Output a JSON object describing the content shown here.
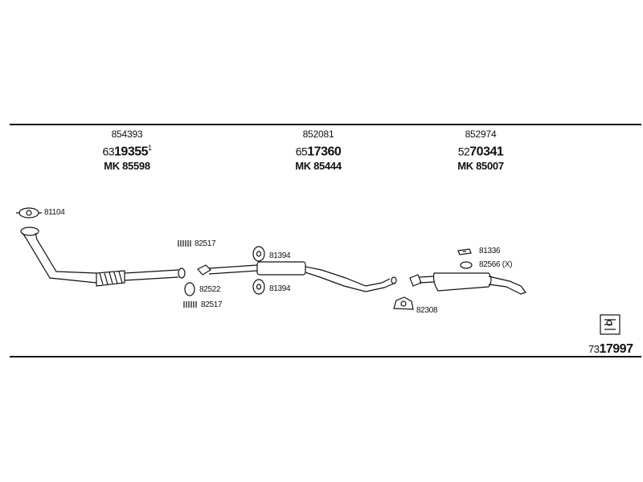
{
  "sections": [
    {
      "top": "854393",
      "main_prefix": "63",
      "main_rest": "19355",
      "main_suffix": "1",
      "mk": "MK 85598"
    },
    {
      "top": "852081",
      "main_prefix": "65",
      "main_rest": "17360",
      "main_suffix": "",
      "mk": "MK 85444"
    },
    {
      "top": "852974",
      "main_prefix": "52",
      "main_rest": "70341",
      "main_suffix": "",
      "mk": "MK 85007"
    }
  ],
  "parts": {
    "p81104": "81104",
    "p82517_top": "82517",
    "p82522": "82522",
    "p82517_bottom": "82517",
    "p81394_top": "81394",
    "p81394_bottom": "81394",
    "p81336": "81336",
    "p82566": "82566 (X)",
    "p82308": "82308"
  },
  "catalog": {
    "prefix": "73",
    "rest": "17997"
  }
}
